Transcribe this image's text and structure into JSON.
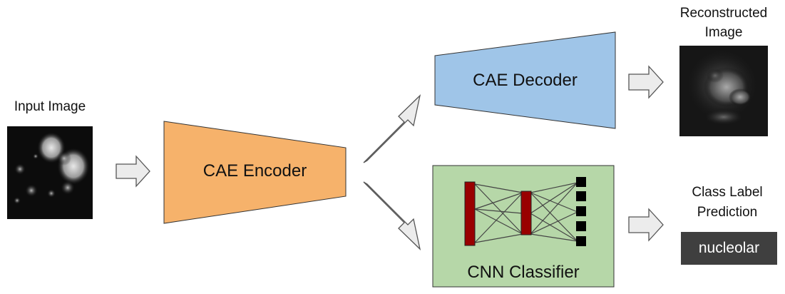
{
  "input": {
    "label": "Input Image"
  },
  "encoder": {
    "label": "CAE Encoder",
    "color": "#f6b26b"
  },
  "decoder": {
    "label": "CAE Decoder",
    "color": "#9fc5e8"
  },
  "classifier": {
    "label": "CNN Classifier",
    "color": "#b6d7a8",
    "layer_color": "#990000"
  },
  "reconstructed": {
    "label_line1": "Reconstructed",
    "label_line2": "Image"
  },
  "prediction": {
    "label_line1": "Class Label",
    "label_line2": "Prediction",
    "value": "nucleolar"
  },
  "colors": {
    "arrow_fill": "#ececec",
    "arrow_stroke": "#555555"
  }
}
